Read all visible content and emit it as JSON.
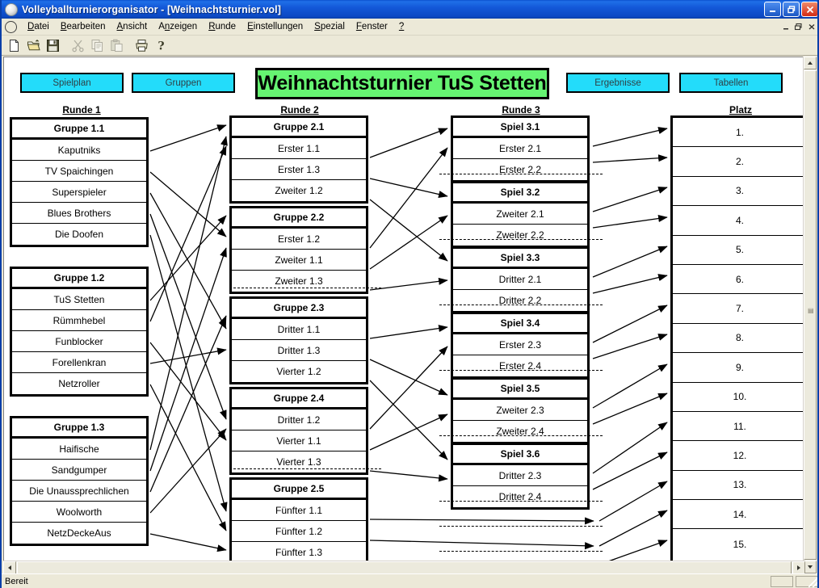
{
  "window": {
    "app_title": "Volleyballturnierorganisator",
    "document_title": "[Weihnachtsturnier.vol]",
    "full_title": "Volleyballturnierorganisator - [Weihnachtsturnier.vol]",
    "minimize_label": "Minimieren",
    "maximize_label": "Maximieren",
    "close_label": "Schließen",
    "mdi_minimize": "_",
    "mdi_restore": "❐",
    "mdi_close": "✕"
  },
  "menu": {
    "items": [
      {
        "label": "Datei",
        "accel": "D"
      },
      {
        "label": "Bearbeiten",
        "accel": "B"
      },
      {
        "label": "Ansicht",
        "accel": "A"
      },
      {
        "label": "Anzeigen",
        "accel": "n"
      },
      {
        "label": "Runde",
        "accel": "R"
      },
      {
        "label": "Einstellungen",
        "accel": "E"
      },
      {
        "label": "Spezial",
        "accel": "S"
      },
      {
        "label": "Fenster",
        "accel": "F"
      },
      {
        "label": "?",
        "accel": "?"
      }
    ]
  },
  "toolbar": {
    "buttons": [
      {
        "name": "new-document-icon",
        "label": "Neu",
        "enabled": true
      },
      {
        "name": "open-folder-icon",
        "label": "Öffnen",
        "enabled": true
      },
      {
        "name": "save-disk-icon",
        "label": "Speichern",
        "enabled": true
      },
      {
        "name": "cut-scissors-icon",
        "label": "Ausschneiden",
        "enabled": false
      },
      {
        "name": "copy-icon",
        "label": "Kopieren",
        "enabled": false
      },
      {
        "name": "paste-icon",
        "label": "Einfügen",
        "enabled": false
      },
      {
        "name": "print-icon",
        "label": "Drucken",
        "enabled": true
      },
      {
        "name": "help-question-icon",
        "label": "Hilfe",
        "enabled": true
      }
    ]
  },
  "nav_buttons": {
    "spielplan": "Spielplan",
    "gruppen": "Gruppen",
    "ergebnisse": "Ergebnisse",
    "tabellen": "Tabellen"
  },
  "tournament": {
    "banner_title": "Weihnachtsturnier TuS Stetten"
  },
  "colors": {
    "nav_button_bg": "#23dcfa",
    "banner_bg": "#66f472",
    "titlebar_bg": "#1358d8",
    "chrome_bg": "#ece9d8",
    "canvas_bg": "#ffffff",
    "line": "#000000"
  },
  "columns": {
    "runde1": "Runde 1",
    "runde2": "Runde 2",
    "runde3": "Runde 3",
    "platz": "Platz"
  },
  "round1": [
    {
      "title": "Gruppe 1.1",
      "teams": [
        "Kaputniks",
        "TV Spaichingen",
        "Superspieler",
        "Blues Brothers",
        "Die Doofen"
      ]
    },
    {
      "title": "Gruppe 1.2",
      "teams": [
        "TuS Stetten",
        "Rümmhebel",
        "Funblocker",
        "Forellenkran",
        "Netzroller"
      ]
    },
    {
      "title": "Gruppe 1.3",
      "teams": [
        "Haifische",
        "Sandgumper",
        "Die Unaussprechlichen",
        "Woolworth",
        "NetzDeckeAus"
      ]
    }
  ],
  "round2": [
    {
      "title": "Gruppe 2.1",
      "teams": [
        "Erster 1.1",
        "Erster 1.3",
        "Zweiter 1.2"
      ]
    },
    {
      "title": "Gruppe 2.2",
      "teams": [
        "Erster 1.2",
        "Zweiter 1.1",
        "Zweiter 1.3"
      ]
    },
    {
      "title": "Gruppe 2.3",
      "teams": [
        "Dritter 1.1",
        "Dritter 1.3",
        "Vierter 1.2"
      ]
    },
    {
      "title": "Gruppe 2.4",
      "teams": [
        "Dritter 1.2",
        "Vierter 1.1",
        "Vierter 1.3"
      ]
    },
    {
      "title": "Gruppe 2.5",
      "teams": [
        "Fünfter 1.1",
        "Fünfter 1.2",
        "Fünfter 1.3"
      ]
    }
  ],
  "round3": [
    {
      "title": "Spiel 3.1",
      "teams": [
        "Erster 2.1",
        "Erster 2.2"
      ]
    },
    {
      "title": "Spiel 3.2",
      "teams": [
        "Zweiter 2.1",
        "Zweiter 2.2"
      ]
    },
    {
      "title": "Spiel 3.3",
      "teams": [
        "Dritter 2.1",
        "Dritter 2.2"
      ]
    },
    {
      "title": "Spiel 3.4",
      "teams": [
        "Erster 2.3",
        "Erster 2.4"
      ]
    },
    {
      "title": "Spiel 3.5",
      "teams": [
        "Zweiter 2.3",
        "Zweiter 2.4"
      ]
    },
    {
      "title": "Spiel 3.6",
      "teams": [
        "Dritter 2.3",
        "Dritter 2.4"
      ]
    }
  ],
  "placements": [
    "1.",
    "2.",
    "3.",
    "4.",
    "5.",
    "6.",
    "7.",
    "8.",
    "9.",
    "10.",
    "11.",
    "12.",
    "13.",
    "14.",
    "15."
  ],
  "status": {
    "message": "Bereit"
  },
  "scrollbars": {
    "vertical_up": "▲",
    "vertical_down": "▼",
    "horizontal_left": "◄",
    "horizontal_right": "►"
  }
}
